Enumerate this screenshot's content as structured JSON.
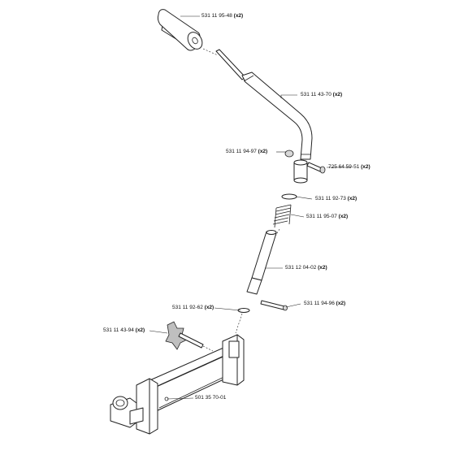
{
  "parts": [
    {
      "number": "531 11 95-48",
      "qty": "(x2)"
    },
    {
      "number": "531 11 43-70",
      "qty": "(x2)"
    },
    {
      "number": "531 11 94-97",
      "qty": "(x2)"
    },
    {
      "number": "725 64 59-51",
      "qty": "(x2)"
    },
    {
      "number": "531 11 92-73",
      "qty": "(x2)"
    },
    {
      "number": "531 11 95-07",
      "qty": "(x2)"
    },
    {
      "number": "531 12 04-02",
      "qty": "(x2)"
    },
    {
      "number": "531 11 92-62",
      "qty": "(x2)"
    },
    {
      "number": "531 11 94-96",
      "qty": "(x2)"
    },
    {
      "number": "531 11 43-94",
      "qty": "(x2)"
    },
    {
      "number": "501 35 70-01",
      "qty": ""
    }
  ]
}
